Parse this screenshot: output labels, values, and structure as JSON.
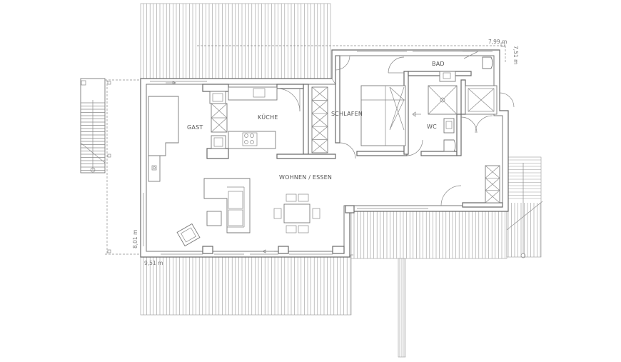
{
  "rooms": {
    "gast": "GAST",
    "kueche": "KÜCHE",
    "schlafen": "SCHLAFEN",
    "bad": "BAD",
    "wc": "WC",
    "wohnen": "WOHNEN / ESSEN"
  },
  "dimensions": {
    "top_width": "7,99 m",
    "right_height": "7,51 m",
    "left_height": "8,01 m",
    "bottom_width": "9,51 m"
  },
  "colors": {
    "line": "#6a6a6a",
    "light_line": "#9a9a9a",
    "background": "#ffffff"
  }
}
